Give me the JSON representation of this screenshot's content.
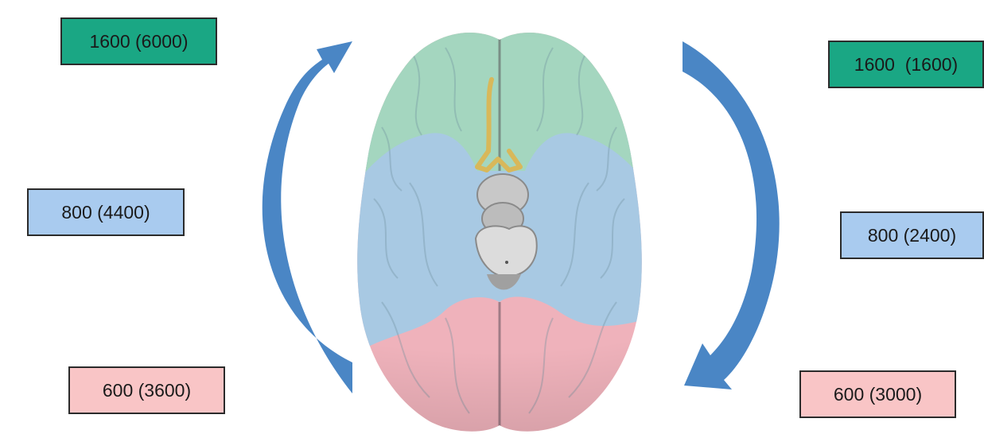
{
  "boxes": {
    "left_frontal": "1600 (6000)",
    "left_temporal": "800 (4400)",
    "left_occipital": "600 (3600)",
    "right_frontal": "1600  (1600)",
    "right_temporal": "800 (2400)",
    "right_occipital": "600 (3000)"
  },
  "colors": {
    "frontal": "#1aa784",
    "temporal": "#a9cbef",
    "occipital": "#f9c5c6",
    "arrow": "#4a86c5"
  }
}
